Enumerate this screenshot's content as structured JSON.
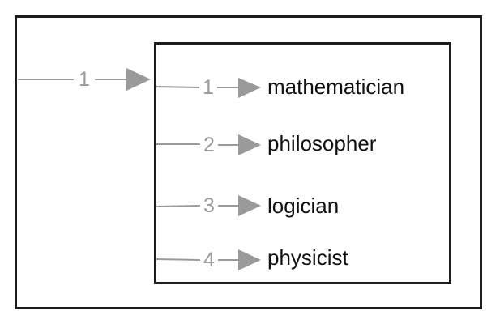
{
  "diagram": {
    "outer_input": {
      "label": "1"
    },
    "roles": [
      {
        "index": "1",
        "name": "mathematician"
      },
      {
        "index": "2",
        "name": "philosopher"
      },
      {
        "index": "3",
        "name": "logician"
      },
      {
        "index": "4",
        "name": "physicist"
      }
    ],
    "colors": {
      "border": "#1c1c1c",
      "arrow": "#9a9a9a",
      "text": "#111111"
    }
  }
}
